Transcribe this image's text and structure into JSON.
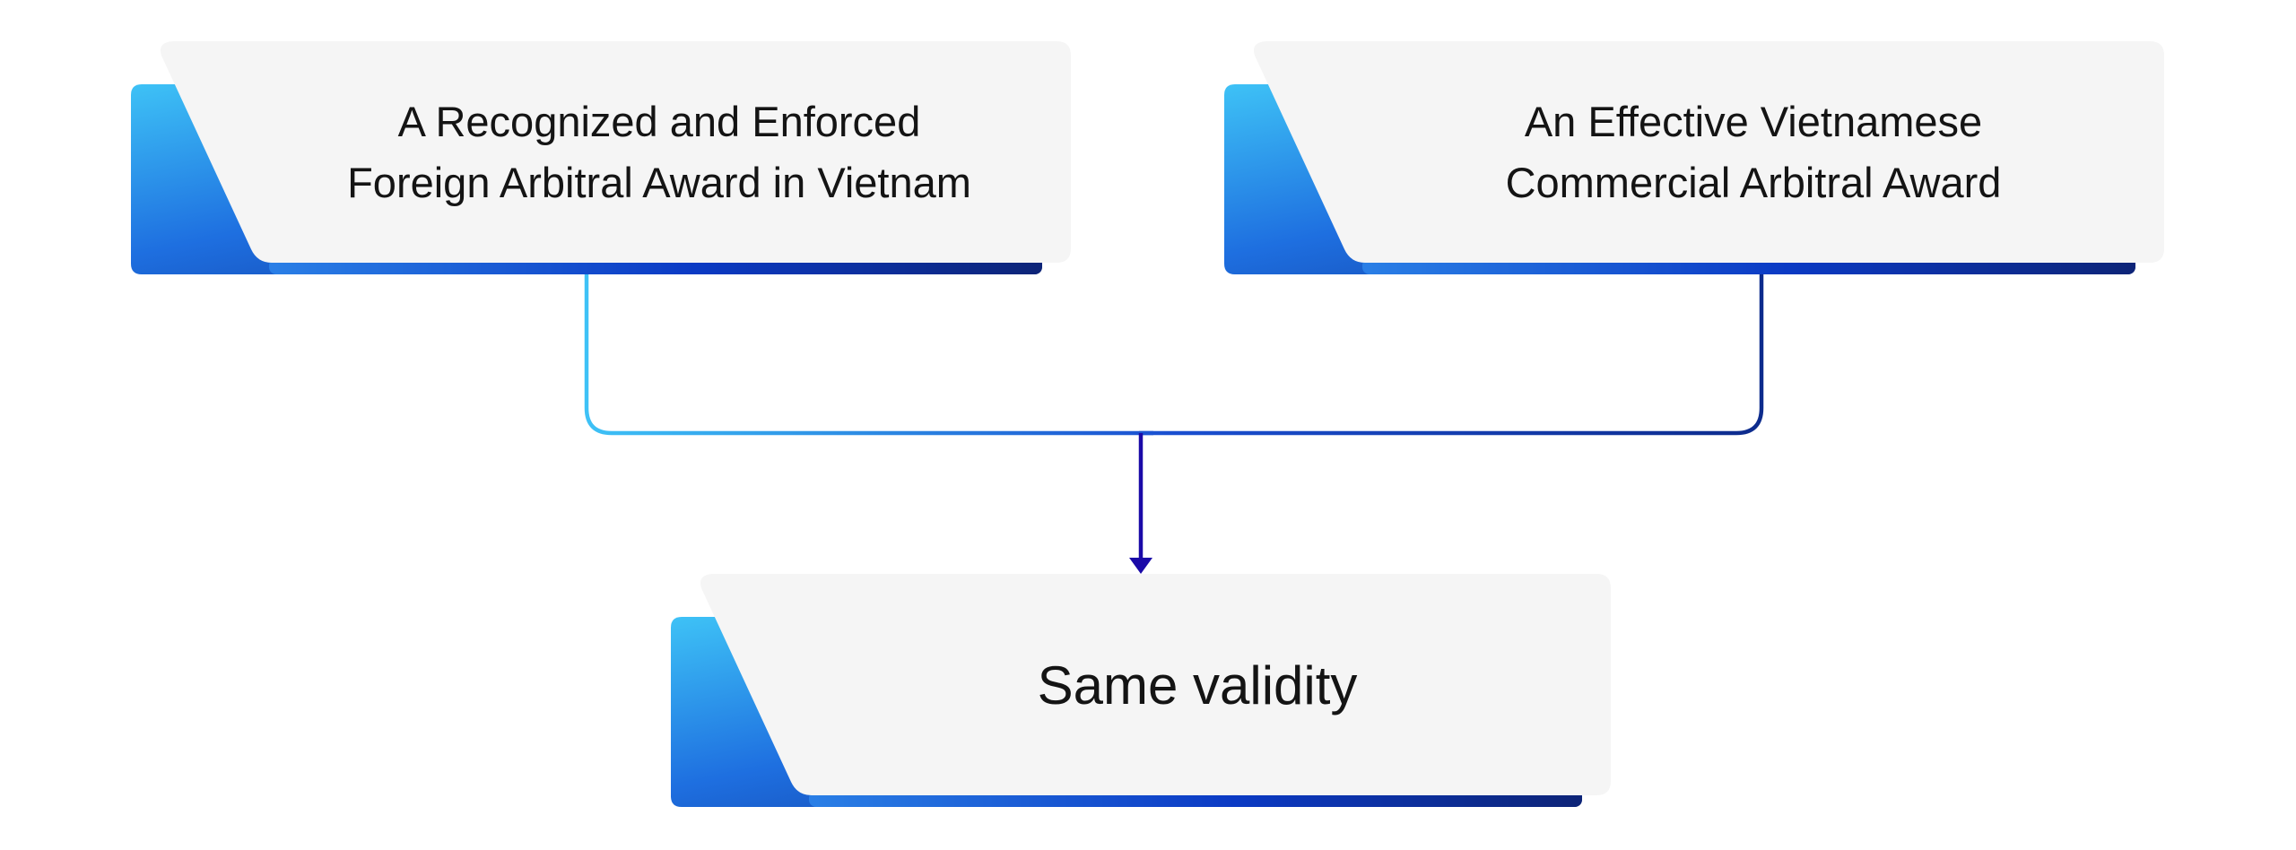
{
  "diagram": {
    "nodes": [
      {
        "id": "top-left",
        "lines": [
          "A Recognized and Enforced",
          "Foreign Arbitral Award in Vietnam"
        ]
      },
      {
        "id": "top-right",
        "lines": [
          "An Effective Vietnamese",
          "Commercial Arbitral Award"
        ]
      },
      {
        "id": "bottom",
        "lines": [
          "Same validity"
        ]
      }
    ],
    "edges": [
      {
        "from": "top-left",
        "to": "bottom"
      },
      {
        "from": "top-right",
        "to": "bottom"
      }
    ]
  },
  "colors": {
    "card_fill": "#f5f5f5",
    "accent_light": "#3ec2f6",
    "accent_mid": "#1e6fe0",
    "accent_dark": "#0d2b8c",
    "arrow": "#1a0aa8",
    "text": "#141414"
  }
}
